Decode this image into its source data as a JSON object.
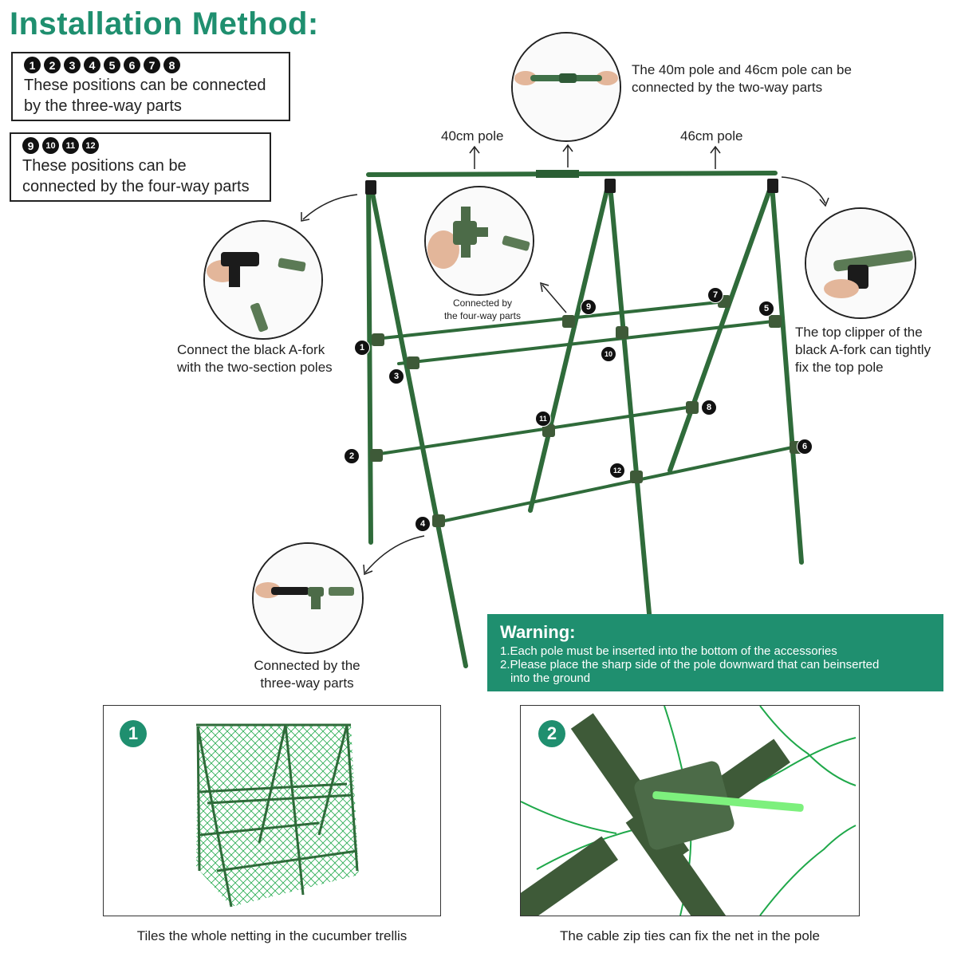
{
  "title": "Installation Method:",
  "box_three_way": {
    "markers": [
      "1",
      "2",
      "3",
      "4",
      "5",
      "6",
      "7",
      "8"
    ],
    "text_line1": "These positions can be connected",
    "text_line2": "by the three-way parts"
  },
  "box_four_way": {
    "markers": [
      "9",
      "10",
      "11",
      "12"
    ],
    "text_line1": "These positions can be",
    "text_line2": "connected by the four-way parts"
  },
  "top_callout": {
    "line1": "The 40m pole and 46cm pole can be",
    "line2": "connected by the two-way parts"
  },
  "pole_labels": {
    "left": "40cm pole",
    "right": "46cm pole"
  },
  "left_callout": {
    "line1": "Connect the black A-fork",
    "line2": "with the two-section poles"
  },
  "center_callout": {
    "line1": "Connected by",
    "line2": "the four-way parts"
  },
  "right_callout": {
    "line1": "The top clipper of the",
    "line2": "black A-fork can tightly",
    "line3": "fix the top pole"
  },
  "bottom_callout": {
    "line1": "Connected by the",
    "line2": "three-way parts"
  },
  "frame_markers": {
    "m1": "1",
    "m2": "2",
    "m3": "3",
    "m4": "4",
    "m5": "5",
    "m6": "6",
    "m7": "7",
    "m8": "8",
    "m9": "9",
    "m10": "10",
    "m11": "11",
    "m12": "12"
  },
  "warning": {
    "title": "Warning:",
    "line1": "1.Each pole must be inserted into the bottom of the accessories",
    "line2": "2.Please place the sharp side of the pole downward that can beinserted",
    "line3": "into the ground"
  },
  "panel1": {
    "badge": "1",
    "caption": "Tiles the whole netting in the cucumber trellis"
  },
  "panel2": {
    "badge": "2",
    "caption": "The cable zip ties can fix the net in the pole"
  },
  "colors": {
    "accent": "#1f8f6f",
    "pole_green": "#2f6b3a",
    "net_green": "#1fa84a",
    "connector_dark": "#3e5a38"
  }
}
